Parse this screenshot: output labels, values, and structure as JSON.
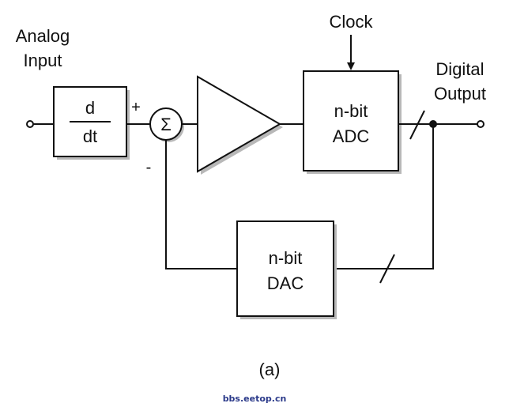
{
  "labels": {
    "analog_input_line1": "Analog",
    "analog_input_line2": "Input",
    "clock": "Clock",
    "digital_output_line1": "Digital",
    "digital_output_line2": "Output",
    "diff_numerator": "d",
    "diff_denominator": "dt",
    "plus_sign": "+",
    "minus_sign": "-",
    "sigma": "Σ",
    "adc_line1": "n-bit",
    "adc_line2": "ADC",
    "dac_line1": "n-bit",
    "dac_line2": "DAC",
    "caption": "(a)",
    "watermark": "bbs.eetop.cn"
  },
  "colors": {
    "line": "#111111",
    "shadow": "#b8b8b8",
    "watermark": "#2b3a8a"
  }
}
